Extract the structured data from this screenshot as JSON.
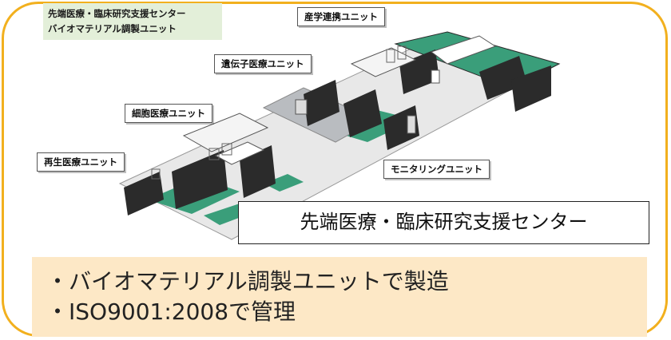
{
  "header": {
    "facility_line": "先端医療・臨床研究支援センター",
    "unit_line": "バイオマテリアル調製ユニット"
  },
  "unit_labels": {
    "industry": "産学連携ユニット",
    "gene": "遺伝子医療ユニット",
    "cell": "細胞医療ユニット",
    "regen": "再生医療ユニット",
    "monitoring": "モニタリングユニット"
  },
  "center_title": "先端医療・臨床研究支援センター",
  "notes": [
    "・バイオマテリアル調製ユニットで製造",
    "・ISO9001:2008で管理"
  ],
  "colors": {
    "frame": "#f2b01e",
    "label_bg": "#e3efd9",
    "note_bg": "#fde8c6",
    "floor_green": "#3a9e7a",
    "wall_dark": "#2b2b2b",
    "floor_gray": "#b9bcc0"
  }
}
